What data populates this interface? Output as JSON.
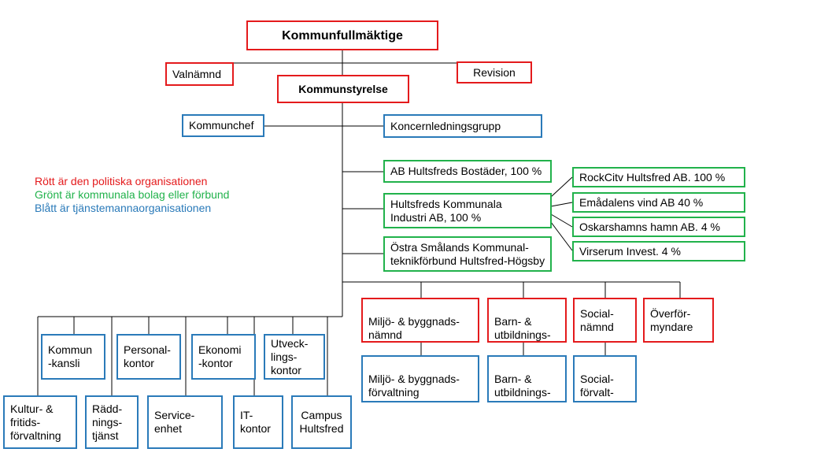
{
  "colors": {
    "political": "#e41a1c",
    "companies": "#21b24b",
    "officials": "#2a7ab9",
    "line": "#000000"
  },
  "legend": {
    "political": "Rött är den politiska organisationen",
    "companies": "Grönt är kommunala bolag eller förbund",
    "officials": "Blått är tjänstemannaorganisationen"
  },
  "top": {
    "kommunfullmaktige": "Kommunfullmäktige",
    "valnamnd": "Valnämnd",
    "revision": "Revision",
    "kommunstyrelse": "Kommunstyrelse",
    "kommunchef": "Kommunchef",
    "koncernledningsgrupp": "Koncernledningsgrupp"
  },
  "companies": {
    "bostader": "AB Hultsfreds Bostäder, 100 %",
    "industri": "Hultsfreds Kommunala\nIndustri AB, 100 %",
    "forbund": "Östra Smålands Kommunal-\nteknikförbund Hultsfred-Högsby",
    "rockcity": "RockCitv Hultsfred AB. 100 %",
    "emadalens": "Emådalens vind AB  40 %",
    "oskarshamn": "Oskarshamns hamn AB.  4 %",
    "virserum": "Virserum Invest. 4 %"
  },
  "offices": {
    "kommunkansli": "Kommun\n-kansli",
    "personalkontor": "Personal-\nkontor",
    "ekonomikontor": "Ekonomi\n-kontor",
    "utvecklingskontor": "Utveck-\nlings-\nkontor",
    "kultur": "Kultur- &\nfritids-\nförvaltning",
    "raddning": "Rädd-\nnings-\ntjänst",
    "serviceenhet": "Service-\nenhet",
    "itkontor": "IT-\nkontor",
    "campus": "Campus\nHultsfred"
  },
  "committees": {
    "miljo_namnd": "Miljö- & byggnads-\nnämnd\nHultsfred-Vimmerby",
    "barn_namnd": "Barn- &\nutbildnings-\nnämnd",
    "social_namnd": "Social-\nnämnd",
    "overformyndare": "Överför-\nmyndare",
    "miljo_forvaltning": "Miljö- & byggnads-\nförvaltning\nHultsfred-Vimmerby",
    "barn_forvaltning": "Barn- &\nutbildnings-\nförvaltning",
    "social_forvaltning": "Social-\nförvalt-\nning"
  }
}
